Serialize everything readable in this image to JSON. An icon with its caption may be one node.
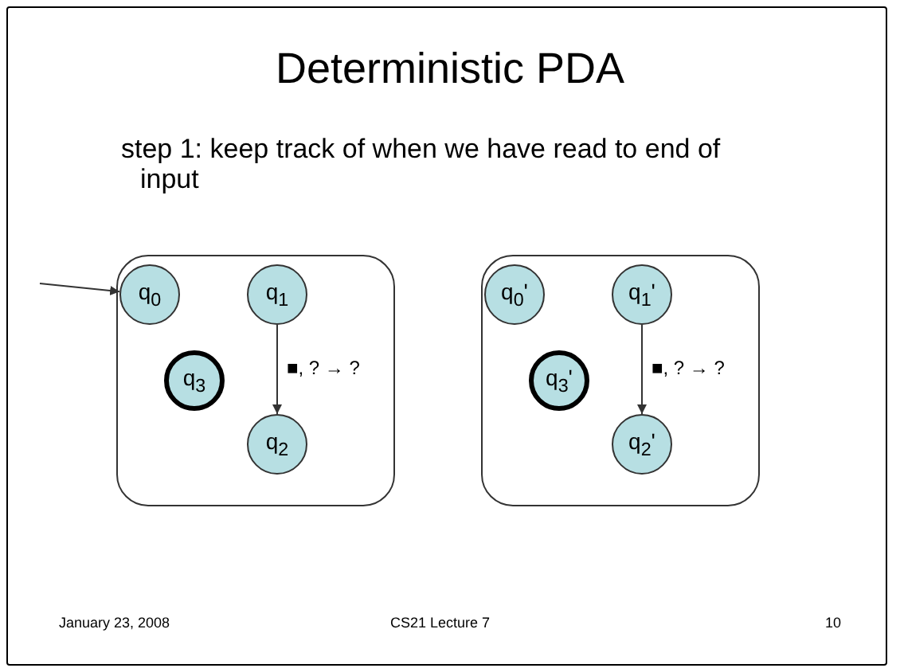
{
  "diagram": {
    "title": "Deterministic PDA",
    "nodes": [
      {
        "text": [],
        "shape": "box"
      },
      {
        "text": [
          "q$_{0}$"
        ],
        "in": 0
      },
      {
        "text": [
          "q$_{1}$"
        ],
        "in": 0
      },
      {
        "text": [
          "q$_{3}$"
        ],
        "in": 0
      },
      {
        "text": [
          "q$_{2}$"
        ],
        "in": 0
      },
      {
        "text": [],
        "shape": "box"
      },
      {
        "text": [
          "q$_{0}$'"
        ],
        "in": 5
      },
      {
        "text": [
          "q$_{1}$'"
        ],
        "in": 5
      },
      {
        "text": [
          "q$_{3}$'"
        ],
        "in": 5
      },
      {
        "text": [
          "q$_{2}$'"
        ],
        "in": 5
      }
    ],
    "edges": [
      {
        "from": null,
        "to": 1,
        "arrow": "to"
      },
      {
        "from": 2,
        "to": 4,
        "arrow": "to",
        "label": "■, ? → ?"
      },
      {
        "from": 7,
        "to": 9,
        "arrow": "to",
        "label": "■, ? → ?"
      }
    ],
    "labels": [
      "step 1: keep track of when we have read to end of input",
      "January 23, 2008",
      "CS21 Lecture 7",
      "10"
    ]
  }
}
